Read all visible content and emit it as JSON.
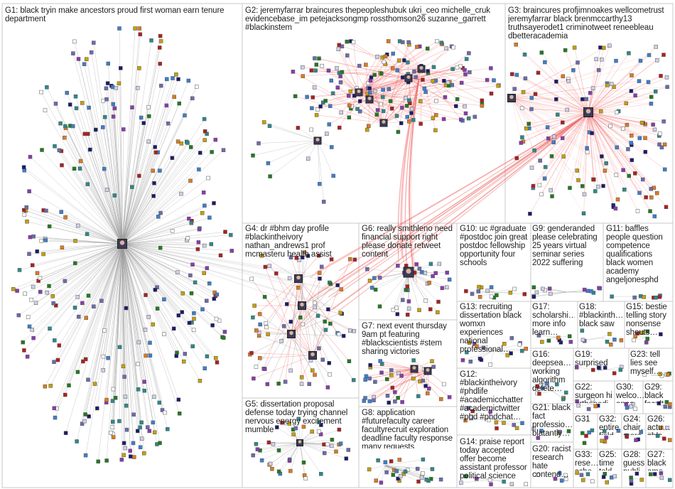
{
  "groups": [
    {
      "id": "G1",
      "label": "G1: black tryin make ancestors proud first woman earn tenure department"
    },
    {
      "id": "G2",
      "label": "G2: jeremyfarrar braincures thepeopleshubuk ukri_ceo michelle_cruk evidencebase_im petejacksongmp rossthomson26 suzanne_garrett #blackinstem"
    },
    {
      "id": "G3",
      "label": "G3: braincures profjimnoakes wellcometrust jeremyfarrar black brenmccarthy13 truthsayerodet1 criminotweet reneebleau dbetteracademia"
    },
    {
      "id": "G4",
      "label": "G4: dr #bhm day profile #blackintheivory nathan_andrews1 prof mcmasteru health assist"
    },
    {
      "id": "G5",
      "label": "G5: dissertation proposal defense today trying channel nervous energy excitement mumble"
    },
    {
      "id": "G6",
      "label": "G6: really smithleno need financial support right please donate retweet content"
    },
    {
      "id": "G7",
      "label": "G7: next event thursday 9am pt featuring #blackscientists #stem sharing victories"
    },
    {
      "id": "G8",
      "label": "G8: application #futurefaculty career facultyrecruit exploration deadline faculty response many requests"
    },
    {
      "id": "G9",
      "label": "G9: genderanded please celebrating 25 years virtual seminar series 2022 suffering"
    },
    {
      "id": "G10",
      "label": "G10: uc #graduate #postdoc join great postdoc fellowship opportunity four schools"
    },
    {
      "id": "G11",
      "label": "G11: baffles people question competence qualifications black women academy angeljonesphd"
    },
    {
      "id": "G12",
      "label": "G12: #blackintheivory #phdlife #academicchatter #academictwitter #phd #phdchat…"
    },
    {
      "id": "G13",
      "label": "G13: recruiting dissertation black womxn experiences national professional…"
    },
    {
      "id": "G14",
      "label": "G14: praise report today accepted offer become assistant professor political science"
    },
    {
      "id": "G15",
      "label": "G15: bestie telling story nonsense shouts…"
    },
    {
      "id": "G16",
      "label": "G16: deepsea… working algorithm delete…"
    },
    {
      "id": "G17",
      "label": "G17: scholarshi… more info learn…"
    },
    {
      "id": "G18",
      "label": "G18: #blackinth… black saw"
    },
    {
      "id": "G19",
      "label": "G19: surprised"
    },
    {
      "id": "G20",
      "label": "G20: racist research hate contend…"
    },
    {
      "id": "G21",
      "label": "G21: black fact professio… blatantly…"
    },
    {
      "id": "G22",
      "label": "G22: surgeon hi orthopedi…"
    },
    {
      "id": "G23",
      "label": "G23: tell lies see myself…"
    },
    {
      "id": "G24",
      "label": "G24: chair… more…"
    },
    {
      "id": "G25",
      "label": "G25: time told…"
    },
    {
      "id": "G26",
      "label": "G26: actu… #bla…"
    },
    {
      "id": "G27",
      "label": "G27: black ame…"
    },
    {
      "id": "G28",
      "label": "G28: guess publi…"
    },
    {
      "id": "G29",
      "label": "G29: black facult…"
    },
    {
      "id": "G30",
      "label": "G30: welco… anne…"
    },
    {
      "id": "G31",
      "label": "G31"
    },
    {
      "id": "G32",
      "label": "G32: entire field…"
    },
    {
      "id": "G33",
      "label": "G33: rese… scho…"
    }
  ],
  "colors": {
    "border": "#c8c8c8",
    "edge": "#9a9a9a",
    "edge_red": "#f06a6a",
    "node_palette": [
      "#1a1a6e",
      "#6b6bb0",
      "#1e7c1e",
      "#c8a000",
      "#b01e1e",
      "#3a7fd0",
      "#8a3ab0",
      "#d0d0e8",
      "#2a8a8a",
      "#e07a1a",
      "#ffffff"
    ]
  },
  "icons": {
    "hub": "avatar-icon"
  }
}
